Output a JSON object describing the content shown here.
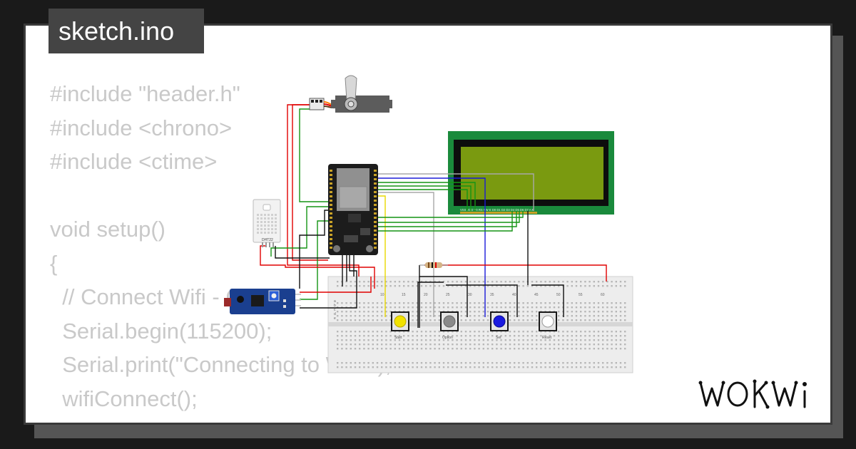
{
  "file_tab": {
    "label": "sketch.ino"
  },
  "code_lines": [
    "#include \"header.h\"",
    "#include <chrono>",
    "#include <ctime>",
    "",
    "void setup()",
    "{",
    "  // Connect Wifi - Client",
    "  Serial.begin(115200);",
    "  Serial.print(\"Connecting to WiFi\");",
    "  wifiConnect();"
  ],
  "components": {
    "dht_label": "DHT22",
    "lcd_pin_labels": "VSS VDD V0 RS RW E  D0 D1 D2 D3 D4 D5 D6 D7 A  K",
    "breadboard_numbers": [
      "10",
      "15",
      "20",
      "25",
      "30",
      "35",
      "40",
      "45",
      "50",
      "55",
      "60"
    ],
    "breadboard_row_letters": [
      "a",
      "b",
      "c",
      "d",
      "e"
    ],
    "button_labels": [
      "Start",
      "Option",
      "Set",
      "Reset"
    ]
  },
  "brand": {
    "logo_text": "WOKWi"
  },
  "colors": {
    "page_bg": "#1a1a1a",
    "card_bg": "#ffffff",
    "code_text": "#c9c9c9",
    "tab_bg": "#444444",
    "lcd_pcb": "#1a8a3c",
    "lcd_screen": "#7a9a10",
    "wire_red": "#e00000",
    "wire_green": "#149414",
    "wire_black": "#111111",
    "wire_blue": "#1b1bd8",
    "wire_yellow": "#e8d800",
    "wire_gray": "#a8a8a8",
    "button_yellow": "#f2e200",
    "button_gray": "#8a8a8a",
    "button_blue": "#1a1ae0",
    "button_white": "#ffffff"
  },
  "icons": [
    "servo-motor-icon",
    "esp32-board-icon",
    "dht22-sensor-icon",
    "ir-sensor-module-icon",
    "lcd-display-icon",
    "breadboard-icon",
    "pushbutton-icon",
    "resistor-icon"
  ]
}
